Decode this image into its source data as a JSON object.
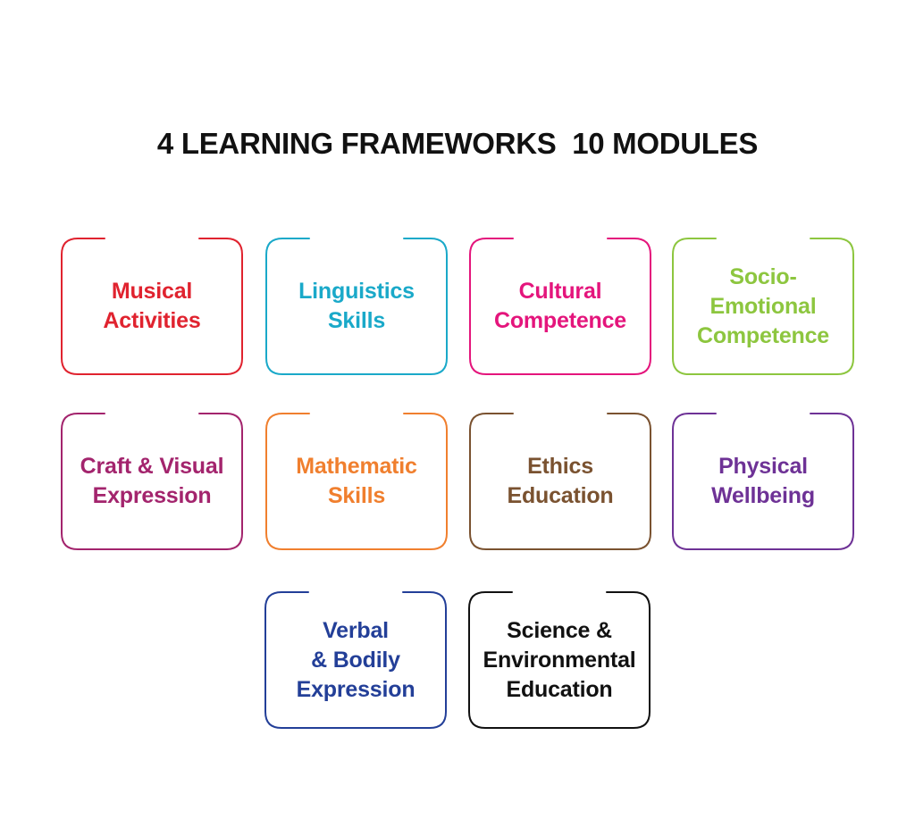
{
  "title": "4 LEARNING FRAMEWORKS  10 MODULES",
  "modules": [
    {
      "lines": [
        "Musical",
        "Activities"
      ],
      "color": "#e0232f"
    },
    {
      "lines": [
        "Linguistics",
        "Skills"
      ],
      "color": "#1aa9c9"
    },
    {
      "lines": [
        "Cultural",
        "Competence"
      ],
      "color": "#e4157c"
    },
    {
      "lines": [
        "Socio-",
        "Emotional",
        "Competence"
      ],
      "color": "#8dc63f"
    },
    {
      "lines": [
        "Craft & Visual",
        "Expression"
      ],
      "color": "#a3246d"
    },
    {
      "lines": [
        "Mathematic",
        "Skills"
      ],
      "color": "#f07f2e"
    },
    {
      "lines": [
        "Ethics",
        "Education"
      ],
      "color": "#7a5230"
    },
    {
      "lines": [
        "Physical",
        "Wellbeing"
      ],
      "color": "#6e3296"
    },
    {
      "lines": [
        "Verbal",
        "& Bodily",
        "Expression"
      ],
      "color": "#233f98"
    },
    {
      "lines": [
        "Science &",
        "Environmental",
        "Education"
      ],
      "color": "#111111"
    }
  ]
}
